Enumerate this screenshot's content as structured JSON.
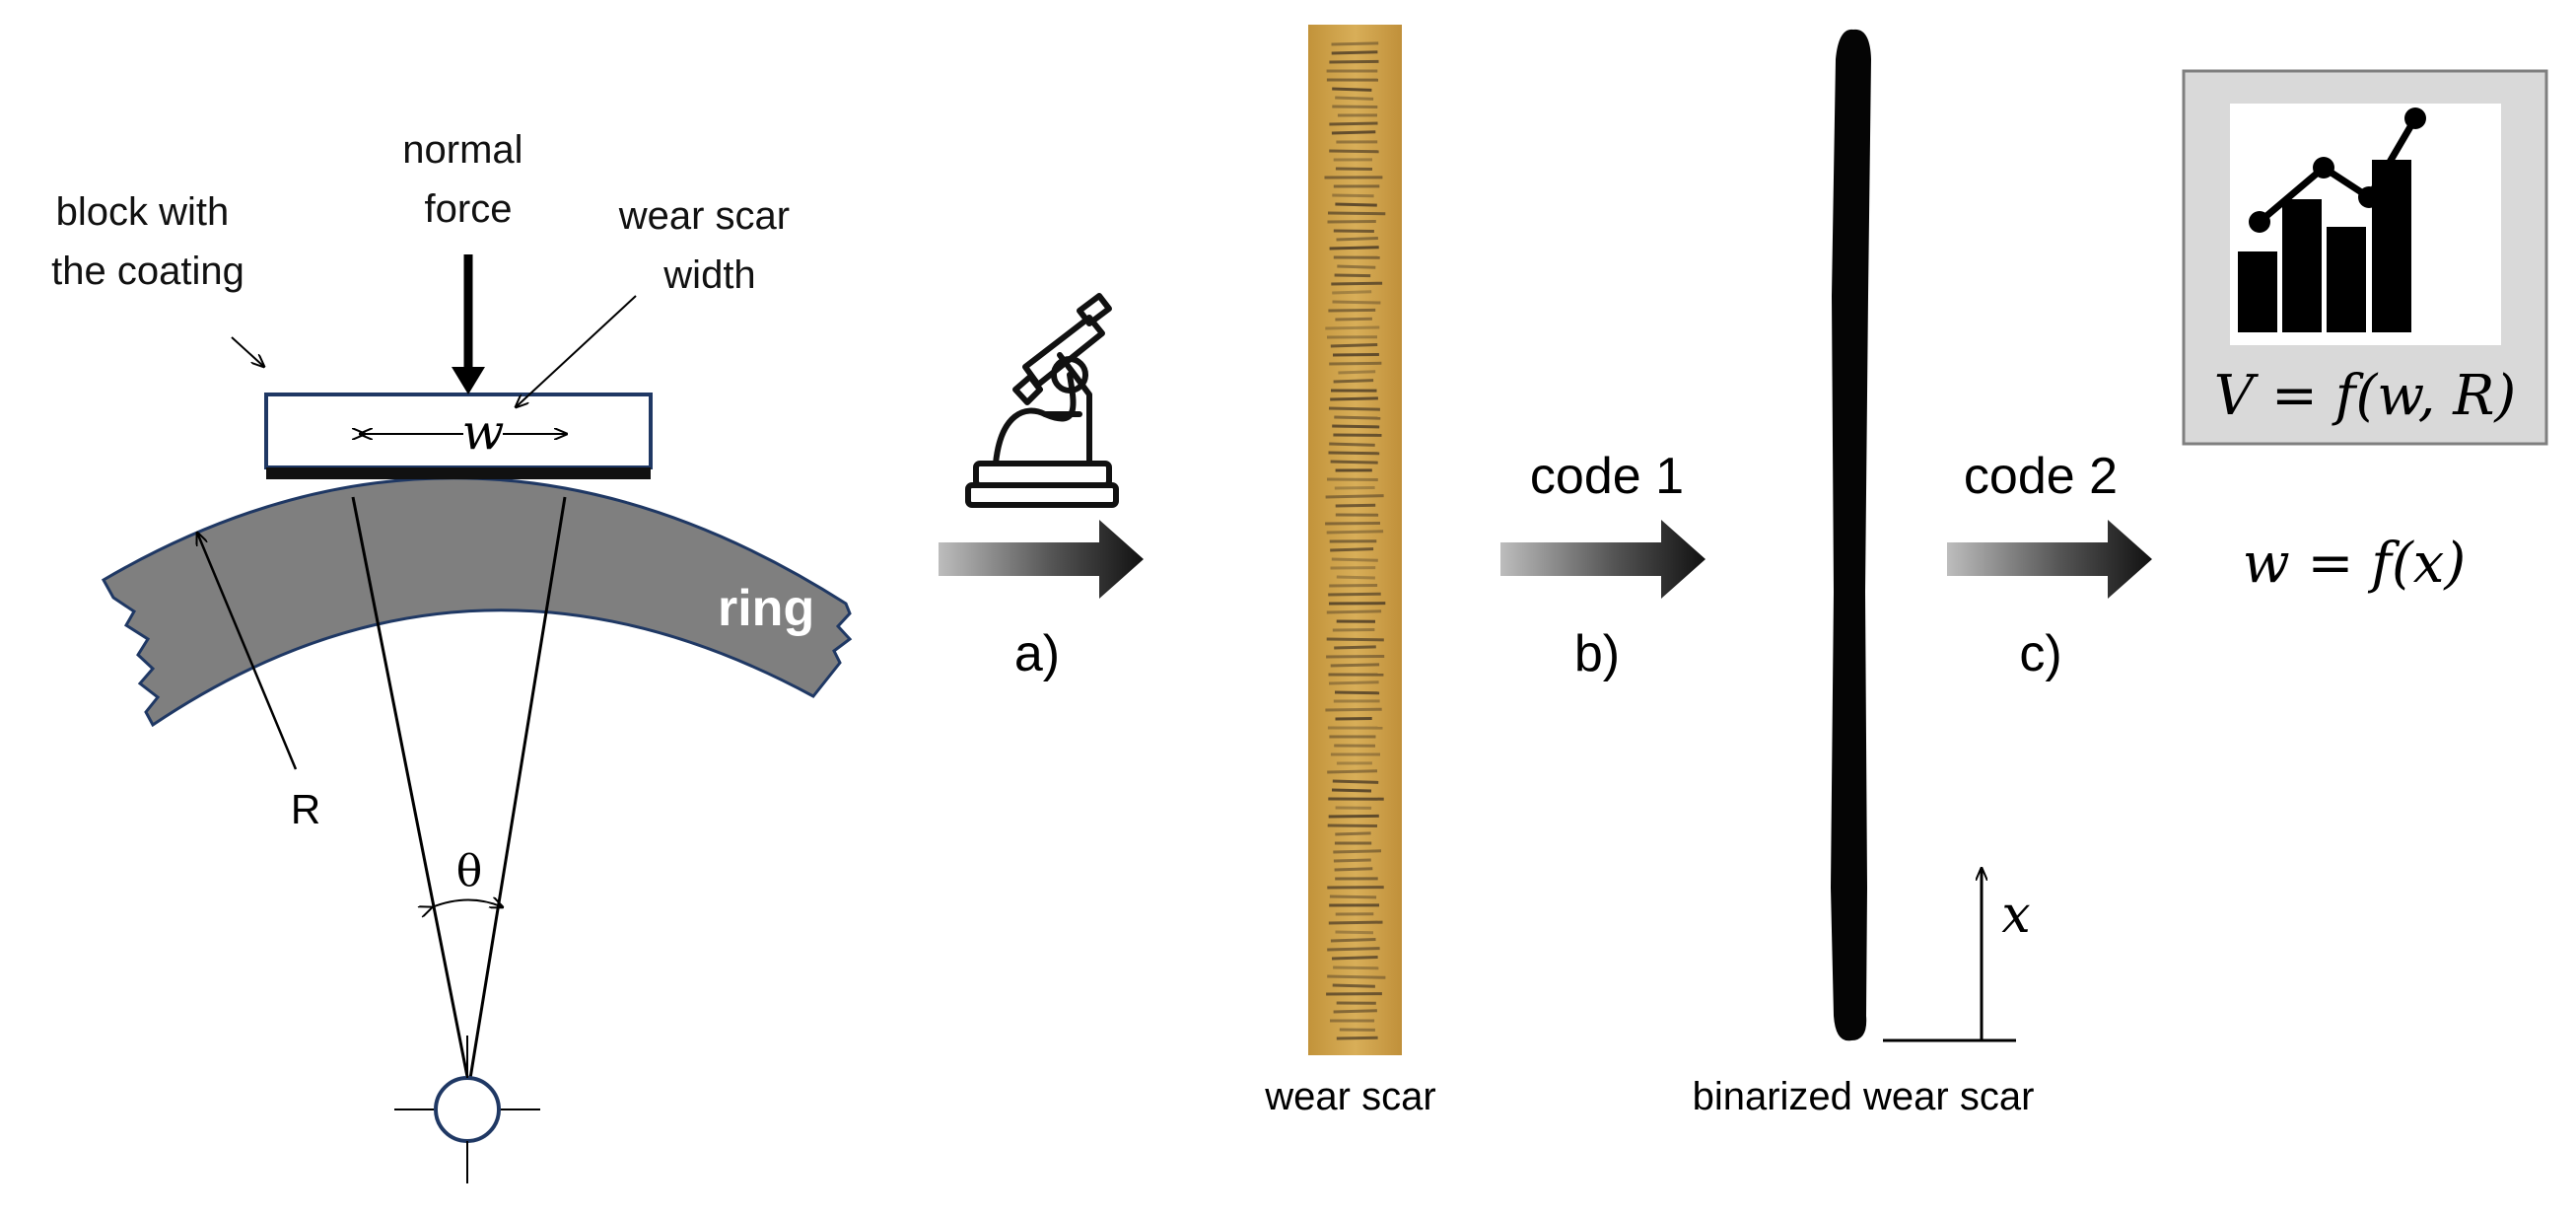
{
  "setup": {
    "block_label_line1": "block with",
    "block_label_line2": "the coating",
    "force_label_line1": "normal",
    "force_label_line2": "force",
    "scar_width_label_line1": "wear scar",
    "scar_width_label_line2": "width",
    "width_symbol": "w",
    "ring_label": "ring",
    "radius_label": "R",
    "angle_label": "θ"
  },
  "steps": [
    {
      "label": "a)",
      "code": "",
      "icon": "microscope-icon"
    },
    {
      "label": "b)",
      "code": "code 1"
    },
    {
      "label": "c)",
      "code": "code 2"
    }
  ],
  "images": {
    "wear_scar_caption": "wear scar",
    "binarized_caption": "binarized wear scar",
    "axis_symbol": "x"
  },
  "formulas": {
    "width_function": "w = f(x)",
    "volume_function": "V = f(w, R)"
  },
  "icons": [
    "microscope-icon",
    "chart-icon",
    "arrow-right-icon"
  ],
  "colors": {
    "ring_fill": "#7f7f7f",
    "block_border": "#1f3864",
    "scar_photo": "#c89a3e",
    "chart_panel": "#d9d9d9"
  }
}
